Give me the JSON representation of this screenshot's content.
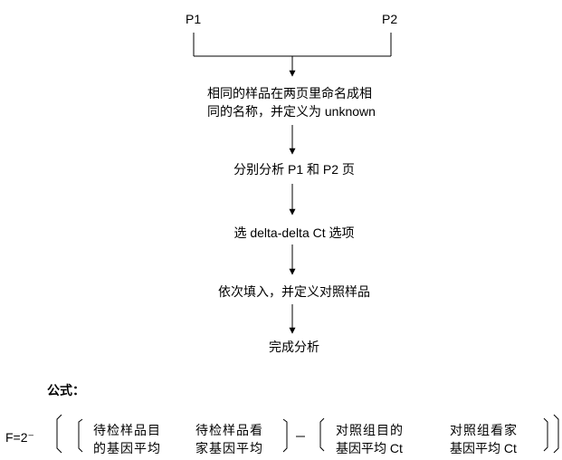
{
  "flow": {
    "p1": "P1",
    "p2": "P2",
    "step1_line1": "相同的样品在两页里命名成相",
    "step1_line2": "同的名称，并定义为 unknown",
    "step2": "分别分析 P1 和 P2 页",
    "step3": "选 delta-delta Ct 选项",
    "step4": "依次填入，并定义对照样品",
    "step5": "完成分析"
  },
  "formula": {
    "heading": "公式：",
    "prefix": "F=2⁻",
    "term1_line1": "待检样品目",
    "term1_line2": "的基因平均",
    "term2_line1": "待检样品看",
    "term2_line2": "家基因平均",
    "term3_line1": "对照组目的",
    "term3_line2": "基因平均 Ct",
    "term4_line1": "对照组看家",
    "term4_line2": "基因平均 Ct"
  }
}
